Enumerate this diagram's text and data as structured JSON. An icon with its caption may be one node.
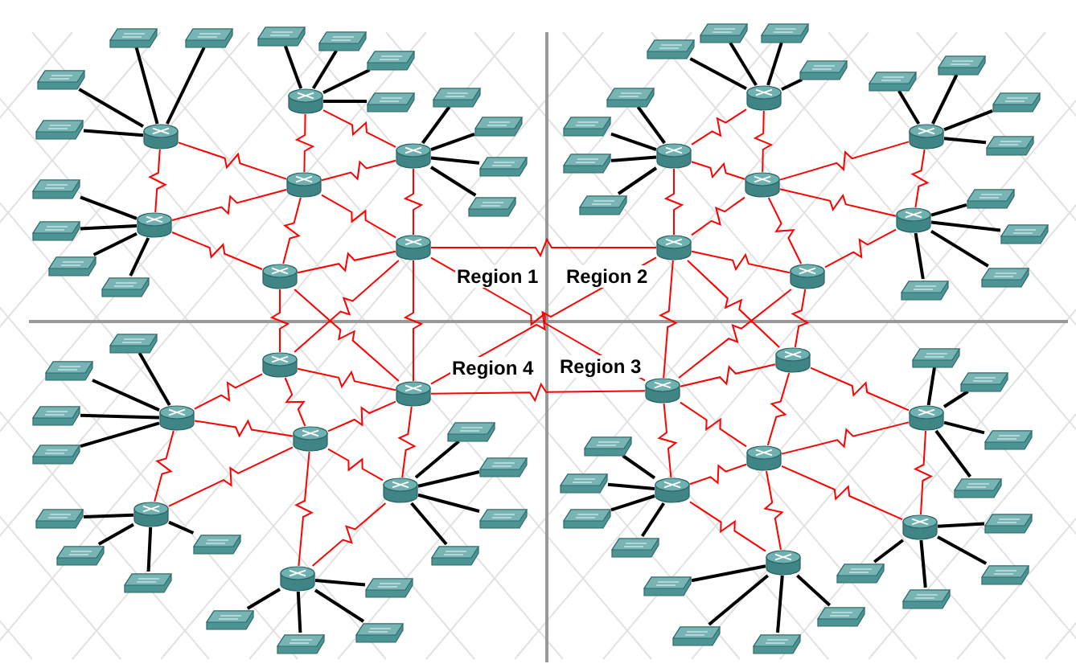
{
  "diagram": {
    "nodes": [
      {
        "text": [],
        "shape": "cylinder"
      },
      {
        "text": [],
        "shape": "cylinder"
      },
      {
        "text": [],
        "shape": "cylinder"
      },
      {
        "text": [],
        "shape": "cylinder"
      },
      {
        "text": [],
        "shape": "cylinder"
      },
      {
        "text": [],
        "shape": "cylinder"
      },
      {
        "text": [],
        "shape": "cylinder"
      },
      {
        "text": [],
        "shape": "cylinder"
      },
      {
        "text": [],
        "shape": "cylinder"
      },
      {
        "text": [],
        "shape": "cylinder"
      },
      {
        "text": [],
        "shape": "cylinder"
      },
      {
        "text": [],
        "shape": "cylinder"
      },
      {
        "text": [],
        "shape": "cylinder"
      },
      {
        "text": [],
        "shape": "cylinder"
      },
      {
        "text": [],
        "shape": "cylinder"
      },
      {
        "text": [],
        "shape": "cylinder"
      },
      {
        "text": [],
        "shape": "cylinder"
      },
      {
        "text": [],
        "shape": "cylinder"
      },
      {
        "text": [],
        "shape": "cylinder"
      },
      {
        "text": [],
        "shape": "cylinder"
      },
      {
        "text": [],
        "shape": "cylinder"
      },
      {
        "text": [],
        "shape": "cylinder"
      },
      {
        "text": [],
        "shape": "cylinder"
      },
      {
        "text": [],
        "shape": "cylinder"
      },
      {
        "text": [],
        "shape": "cylinder"
      },
      {
        "text": [],
        "shape": "cylinder"
      },
      {
        "text": [],
        "shape": "cylinder"
      },
      {
        "text": [],
        "shape": "cylinder"
      },
      {
        "text": [],
        "shape": "box"
      },
      {
        "text": [],
        "shape": "box"
      },
      {
        "text": [],
        "shape": "box"
      },
      {
        "text": [],
        "shape": "box"
      },
      {
        "text": [],
        "shape": "box"
      },
      {
        "text": [],
        "shape": "box"
      },
      {
        "text": [],
        "shape": "box"
      },
      {
        "text": [],
        "shape": "box"
      },
      {
        "text": [],
        "shape": "box"
      },
      {
        "text": [],
        "shape": "box"
      },
      {
        "text": [],
        "shape": "box"
      },
      {
        "text": [],
        "shape": "box"
      },
      {
        "text": [],
        "shape": "box"
      },
      {
        "text": [],
        "shape": "box"
      },
      {
        "text": [],
        "shape": "box"
      },
      {
        "text": [],
        "shape": "box"
      },
      {
        "text": [],
        "shape": "box"
      },
      {
        "text": [],
        "shape": "box"
      },
      {
        "text": [],
        "shape": "box"
      },
      {
        "text": [],
        "shape": "box"
      },
      {
        "text": [],
        "shape": "box"
      },
      {
        "text": [],
        "shape": "box"
      },
      {
        "text": [],
        "shape": "box"
      },
      {
        "text": [],
        "shape": "box"
      },
      {
        "text": [],
        "shape": "box"
      },
      {
        "text": [],
        "shape": "box"
      },
      {
        "text": [],
        "shape": "box"
      },
      {
        "text": [],
        "shape": "box"
      },
      {
        "text": [],
        "shape": "box"
      },
      {
        "text": [],
        "shape": "box"
      },
      {
        "text": [],
        "shape": "box"
      },
      {
        "text": [],
        "shape": "box"
      },
      {
        "text": [],
        "shape": "box"
      },
      {
        "text": [],
        "shape": "box"
      },
      {
        "text": [],
        "shape": "box"
      },
      {
        "text": [],
        "shape": "box"
      },
      {
        "text": [],
        "shape": "box"
      },
      {
        "text": [],
        "shape": "box"
      },
      {
        "text": [],
        "shape": "box"
      },
      {
        "text": [],
        "shape": "box"
      },
      {
        "text": [],
        "shape": "box"
      },
      {
        "text": [],
        "shape": "box"
      },
      {
        "text": [],
        "shape": "box"
      },
      {
        "text": [],
        "shape": "box"
      },
      {
        "text": [],
        "shape": "box"
      },
      {
        "text": [],
        "shape": "box"
      },
      {
        "text": [],
        "shape": "box"
      },
      {
        "text": [],
        "shape": "box"
      },
      {
        "text": [],
        "shape": "box"
      },
      {
        "text": [],
        "shape": "box"
      },
      {
        "text": [],
        "shape": "box"
      },
      {
        "text": [],
        "shape": "box"
      },
      {
        "text": [],
        "shape": "box"
      },
      {
        "text": [],
        "shape": "box"
      },
      {
        "text": [],
        "shape": "box"
      },
      {
        "text": [],
        "shape": "box"
      },
      {
        "text": [],
        "shape": "box"
      },
      {
        "text": [],
        "shape": "box"
      },
      {
        "text": [],
        "shape": "box"
      },
      {
        "text": [],
        "shape": "box"
      },
      {
        "text": [],
        "shape": "box"
      },
      {
        "text": [],
        "shape": "box"
      },
      {
        "text": [],
        "shape": "box"
      },
      {
        "text": [],
        "shape": "box"
      }
    ],
    "edges": [
      {
        "from": 0,
        "to": 28,
        "arrow": "none"
      },
      {
        "from": 0,
        "to": 29,
        "arrow": "none"
      },
      {
        "from": 0,
        "to": 30,
        "arrow": "none"
      },
      {
        "from": 0,
        "to": 31,
        "arrow": "none"
      },
      {
        "from": 1,
        "to": 32,
        "arrow": "none"
      },
      {
        "from": 1,
        "to": 33,
        "arrow": "none"
      },
      {
        "from": 1,
        "to": 34,
        "arrow": "none"
      },
      {
        "from": 1,
        "to": 35,
        "arrow": "none"
      },
      {
        "from": 2,
        "to": 36,
        "arrow": "none"
      },
      {
        "from": 2,
        "to": 37,
        "arrow": "none"
      },
      {
        "from": 2,
        "to": 38,
        "arrow": "none"
      },
      {
        "from": 2,
        "to": 39,
        "arrow": "none"
      },
      {
        "from": 4,
        "to": 40,
        "arrow": "none"
      },
      {
        "from": 4,
        "to": 41,
        "arrow": "none"
      },
      {
        "from": 4,
        "to": 42,
        "arrow": "none"
      },
      {
        "from": 4,
        "to": 43,
        "arrow": "none"
      },
      {
        "from": 7,
        "to": 44,
        "arrow": "none"
      },
      {
        "from": 7,
        "to": 45,
        "arrow": "none"
      },
      {
        "from": 7,
        "to": 46,
        "arrow": "none"
      },
      {
        "from": 7,
        "to": 47,
        "arrow": "none"
      },
      {
        "from": 8,
        "to": 48,
        "arrow": "none"
      },
      {
        "from": 8,
        "to": 49,
        "arrow": "none"
      },
      {
        "from": 8,
        "to": 50,
        "arrow": "none"
      },
      {
        "from": 8,
        "to": 51,
        "arrow": "none"
      },
      {
        "from": 10,
        "to": 52,
        "arrow": "none"
      },
      {
        "from": 10,
        "to": 53,
        "arrow": "none"
      },
      {
        "from": 10,
        "to": 54,
        "arrow": "none"
      },
      {
        "from": 10,
        "to": 55,
        "arrow": "none"
      },
      {
        "from": 11,
        "to": 56,
        "arrow": "none"
      },
      {
        "from": 11,
        "to": 57,
        "arrow": "none"
      },
      {
        "from": 11,
        "to": 58,
        "arrow": "none"
      },
      {
        "from": 11,
        "to": 59,
        "arrow": "none"
      },
      {
        "from": 15,
        "to": 60,
        "arrow": "none"
      },
      {
        "from": 15,
        "to": 61,
        "arrow": "none"
      },
      {
        "from": 15,
        "to": 62,
        "arrow": "none"
      },
      {
        "from": 15,
        "to": 63,
        "arrow": "none"
      },
      {
        "from": 18,
        "to": 64,
        "arrow": "none"
      },
      {
        "from": 18,
        "to": 65,
        "arrow": "none"
      },
      {
        "from": 18,
        "to": 66,
        "arrow": "none"
      },
      {
        "from": 18,
        "to": 67,
        "arrow": "none"
      },
      {
        "from": 19,
        "to": 68,
        "arrow": "none"
      },
      {
        "from": 19,
        "to": 69,
        "arrow": "none"
      },
      {
        "from": 19,
        "to": 70,
        "arrow": "none"
      },
      {
        "from": 19,
        "to": 71,
        "arrow": "none"
      },
      {
        "from": 20,
        "to": 72,
        "arrow": "none"
      },
      {
        "from": 20,
        "to": 73,
        "arrow": "none"
      },
      {
        "from": 20,
        "to": 74,
        "arrow": "none"
      },
      {
        "from": 20,
        "to": 75,
        "arrow": "none"
      },
      {
        "from": 23,
        "to": 76,
        "arrow": "none"
      },
      {
        "from": 23,
        "to": 77,
        "arrow": "none"
      },
      {
        "from": 23,
        "to": 78,
        "arrow": "none"
      },
      {
        "from": 23,
        "to": 79,
        "arrow": "none"
      },
      {
        "from": 25,
        "to": 80,
        "arrow": "none"
      },
      {
        "from": 25,
        "to": 81,
        "arrow": "none"
      },
      {
        "from": 25,
        "to": 82,
        "arrow": "none"
      },
      {
        "from": 25,
        "to": 83,
        "arrow": "none"
      },
      {
        "from": 26,
        "to": 84,
        "arrow": "none"
      },
      {
        "from": 26,
        "to": 85,
        "arrow": "none"
      },
      {
        "from": 26,
        "to": 86,
        "arrow": "none"
      },
      {
        "from": 26,
        "to": 87,
        "arrow": "none"
      },
      {
        "from": 27,
        "to": 88,
        "arrow": "none"
      },
      {
        "from": 27,
        "to": 89,
        "arrow": "none"
      },
      {
        "from": 27,
        "to": 90,
        "arrow": "none"
      },
      {
        "from": 27,
        "to": 91,
        "arrow": "none"
      },
      {
        "from": 0,
        "to": 4,
        "arrow": "none",
        "color": "#ff0000"
      },
      {
        "from": 0,
        "to": 3,
        "arrow": "none",
        "color": "#ff0000"
      },
      {
        "from": 1,
        "to": 3,
        "arrow": "none",
        "color": "#ff0000"
      },
      {
        "from": 1,
        "to": 2,
        "arrow": "none",
        "color": "#ff0000"
      },
      {
        "from": 3,
        "to": 2,
        "arrow": "none",
        "color": "#ff0000"
      },
      {
        "from": 4,
        "to": 3,
        "arrow": "none",
        "color": "#ff0000"
      },
      {
        "from": 4,
        "to": 5,
        "arrow": "none",
        "color": "#ff0000"
      },
      {
        "from": 3,
        "to": 5,
        "arrow": "none",
        "color": "#ff0000"
      },
      {
        "from": 5,
        "to": 6,
        "arrow": "none",
        "color": "#ff0000"
      },
      {
        "from": 2,
        "to": 6,
        "arrow": "none",
        "color": "#ff0000"
      },
      {
        "from": 3,
        "to": 6,
        "arrow": "none",
        "color": "#ff0000"
      },
      {
        "from": 7,
        "to": 8,
        "arrow": "none",
        "color": "#ff0000"
      },
      {
        "from": 7,
        "to": 9,
        "arrow": "none",
        "color": "#ff0000"
      },
      {
        "from": 8,
        "to": 9,
        "arrow": "none",
        "color": "#ff0000"
      },
      {
        "from": 8,
        "to": 12,
        "arrow": "none",
        "color": "#ff0000"
      },
      {
        "from": 9,
        "to": 10,
        "arrow": "none",
        "color": "#ff0000"
      },
      {
        "from": 9,
        "to": 11,
        "arrow": "none",
        "color": "#ff0000"
      },
      {
        "from": 10,
        "to": 11,
        "arrow": "none",
        "color": "#ff0000"
      },
      {
        "from": 9,
        "to": 12,
        "arrow": "none",
        "color": "#ff0000"
      },
      {
        "from": 12,
        "to": 13,
        "arrow": "none",
        "color": "#ff0000"
      },
      {
        "from": 13,
        "to": 11,
        "arrow": "none",
        "color": "#ff0000"
      },
      {
        "from": 9,
        "to": 13,
        "arrow": "none",
        "color": "#ff0000"
      },
      {
        "from": 14,
        "to": 15,
        "arrow": "none",
        "color": "#ff0000"
      },
      {
        "from": 14,
        "to": 16,
        "arrow": "none",
        "color": "#ff0000"
      },
      {
        "from": 14,
        "to": 17,
        "arrow": "none",
        "color": "#ff0000"
      },
      {
        "from": 15,
        "to": 16,
        "arrow": "none",
        "color": "#ff0000"
      },
      {
        "from": 15,
        "to": 19,
        "arrow": "none",
        "color": "#ff0000"
      },
      {
        "from": 16,
        "to": 17,
        "arrow": "none",
        "color": "#ff0000"
      },
      {
        "from": 16,
        "to": 18,
        "arrow": "none",
        "color": "#ff0000"
      },
      {
        "from": 17,
        "to": 18,
        "arrow": "none",
        "color": "#ff0000"
      },
      {
        "from": 16,
        "to": 19,
        "arrow": "none",
        "color": "#ff0000"
      },
      {
        "from": 16,
        "to": 20,
        "arrow": "none",
        "color": "#ff0000"
      },
      {
        "from": 18,
        "to": 20,
        "arrow": "none",
        "color": "#ff0000"
      },
      {
        "from": 21,
        "to": 22,
        "arrow": "none",
        "color": "#ff0000"
      },
      {
        "from": 22,
        "to": 24,
        "arrow": "none",
        "color": "#ff0000"
      },
      {
        "from": 22,
        "to": 23,
        "arrow": "none",
        "color": "#ff0000"
      },
      {
        "from": 21,
        "to": 24,
        "arrow": "none",
        "color": "#ff0000"
      },
      {
        "from": 21,
        "to": 25,
        "arrow": "none",
        "color": "#ff0000"
      },
      {
        "from": 24,
        "to": 23,
        "arrow": "none",
        "color": "#ff0000"
      },
      {
        "from": 24,
        "to": 25,
        "arrow": "none",
        "color": "#ff0000"
      },
      {
        "from": 24,
        "to": 26,
        "arrow": "none",
        "color": "#ff0000"
      },
      {
        "from": 23,
        "to": 27,
        "arrow": "none",
        "color": "#ff0000"
      },
      {
        "from": 24,
        "to": 27,
        "arrow": "none",
        "color": "#ff0000"
      },
      {
        "from": 25,
        "to": 26,
        "arrow": "none",
        "color": "#ff0000"
      },
      {
        "from": 6,
        "to": 12,
        "arrow": "none",
        "color": "#ff0000"
      },
      {
        "from": 5,
        "to": 14,
        "arrow": "none",
        "color": "#ff0000"
      },
      {
        "from": 6,
        "to": 17,
        "arrow": "none",
        "color": "#ff0000"
      },
      {
        "from": 6,
        "to": 14,
        "arrow": "none",
        "color": "#ff0000"
      },
      {
        "from": 5,
        "to": 17,
        "arrow": "none",
        "color": "#ff0000"
      },
      {
        "from": 6,
        "to": 21,
        "arrow": "none",
        "color": "#ff0000"
      },
      {
        "from": 17,
        "to": 12,
        "arrow": "none",
        "color": "#ff0000"
      },
      {
        "from": 12,
        "to": 21,
        "arrow": "none",
        "color": "#ff0000"
      },
      {
        "from": 13,
        "to": 22,
        "arrow": "none",
        "color": "#ff0000"
      },
      {
        "from": 12,
        "to": 22,
        "arrow": "none",
        "color": "#ff0000"
      },
      {
        "from": 13,
        "to": 21,
        "arrow": "none",
        "color": "#ff0000"
      },
      {
        "from": 17,
        "to": 21,
        "arrow": "none",
        "color": "#ff0000"
      }
    ],
    "labels": [
      "Region 1",
      "Region 2",
      "Region 4",
      "Region 3"
    ]
  }
}
